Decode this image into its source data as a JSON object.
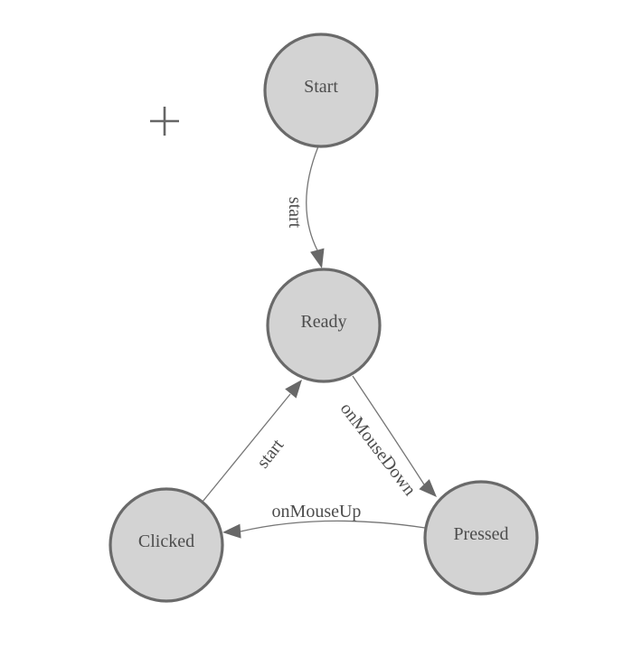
{
  "canvas": {
    "background": "#ffffff"
  },
  "palette": {
    "canvas_bg": "#ffffff",
    "node_fill": "#d3d3d3",
    "node_stroke": "#6a6a6a",
    "edge_stroke": "#757575",
    "arrow_fill": "#686868",
    "label_color": "#4d4d4d",
    "cursor_color": "#666666"
  },
  "diagram": {
    "nodes": [
      {
        "id": "start",
        "label": "Start"
      },
      {
        "id": "ready",
        "label": "Ready"
      },
      {
        "id": "clicked",
        "label": "Clicked"
      },
      {
        "id": "pressed",
        "label": "Pressed"
      }
    ],
    "edges": [
      {
        "id": "start-to-ready",
        "from": "Start",
        "to": "Ready",
        "label": "start"
      },
      {
        "id": "clicked-to-ready",
        "from": "Clicked",
        "to": "Ready",
        "label": "start"
      },
      {
        "id": "ready-to-pressed",
        "from": "Ready",
        "to": "Pressed",
        "label": "onMouseDown"
      },
      {
        "id": "pressed-to-clicked",
        "from": "Pressed",
        "to": "Clicked",
        "label": "onMouseUp"
      }
    ],
    "cursor": {
      "type": "plus-crosshair"
    }
  }
}
